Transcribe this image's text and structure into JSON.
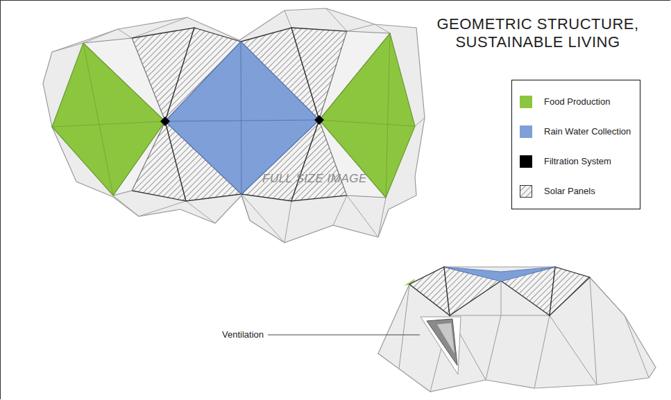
{
  "diagram": {
    "title": "GEOMETRIC STRUCTURE, SUSTAINABLE LIVING",
    "labels": [
      "Ventilation",
      "FULL SIZE IMAGE"
    ],
    "legend": [
      {
        "text": "Food Production",
        "color": "#8cc63f"
      },
      {
        "text": "Rain Water Collection",
        "color": "#7f9fd8"
      },
      {
        "text": "Filtration System",
        "color": "#000000"
      },
      {
        "text": "Solar Panels"
      }
    ]
  }
}
